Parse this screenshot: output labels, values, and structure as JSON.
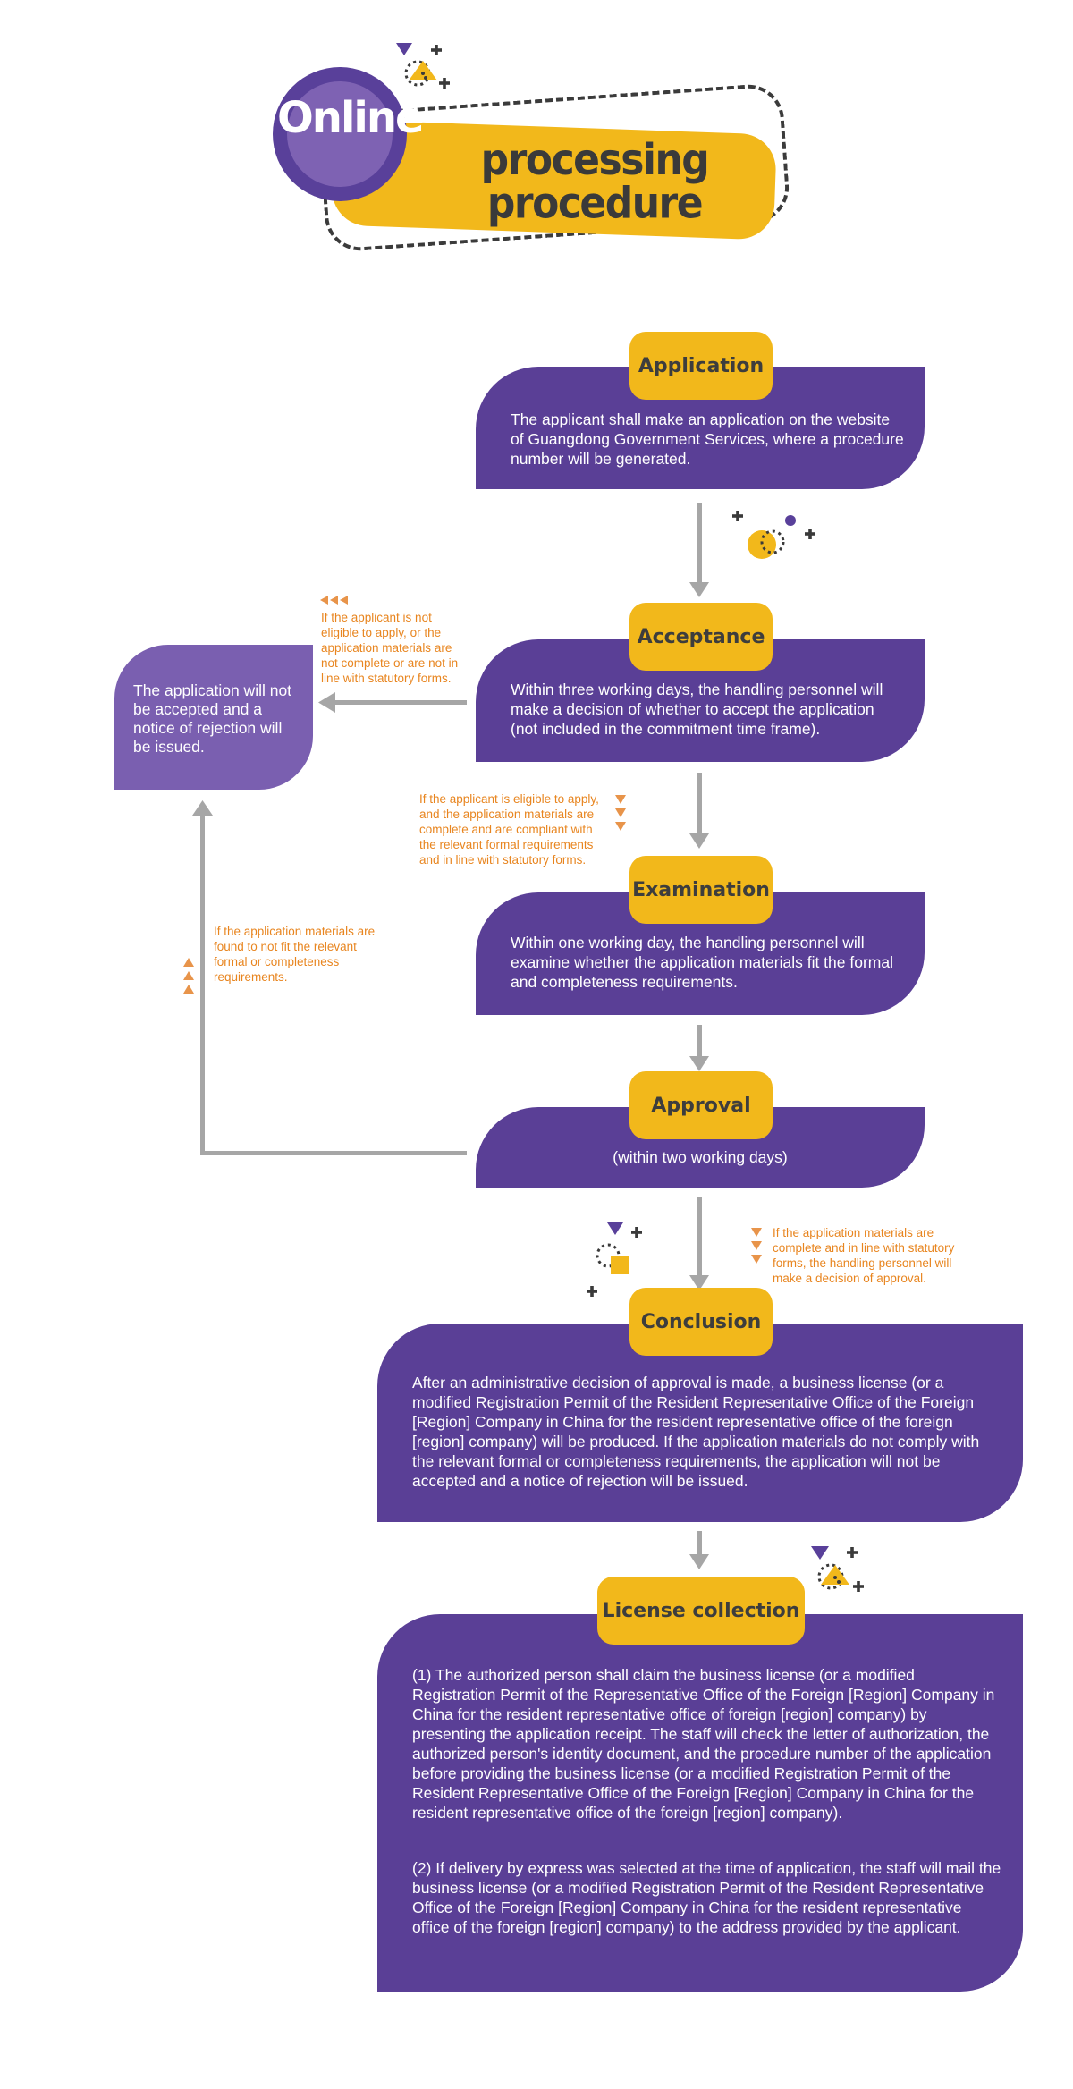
{
  "title": {
    "online": "Online",
    "main": "processing procedure"
  },
  "steps": [
    {
      "label": "Application",
      "text": "The applicant shall make an application on the website of Guangdong Government Services, where a procedure number will be generated."
    },
    {
      "label": "Acceptance",
      "text": "Within three working days, the handling personnel will make a decision of whether to accept the application (not included in the commitment time frame)."
    },
    {
      "label": "Examination",
      "text": "Within one working day, the handling personnel will examine whether the application materials fit the formal and completeness requirements."
    },
    {
      "label": "Approval",
      "text": "(within two working days)"
    },
    {
      "label": "Conclusion",
      "text": "After an administrative decision of approval is made, a business license (or a modified Registration Permit of the Resident Representative Office of the Foreign [Region] Company in China for the resident representative office of the foreign [region] company) will be produced. If the application materials do not comply with the relevant formal or completeness requirements, the application will not be accepted and a notice of rejection will be issued."
    },
    {
      "label": "License collection",
      "text1": "(1) The authorized person shall claim the business license (or a modified Registration Permit of the Representative Office of the Foreign [Region] Company in China for the resident representative office of foreign [region] company) by presenting the application receipt. The staff will check the letter of authorization, the authorized person's identity document, and the procedure number of the application before providing the business license (or a modified Registration Permit of the Resident Representative Office of the Foreign [Region] Company in China for the resident representative office of the foreign [region] company).",
      "text2": "(2) If delivery by express was selected at the time of application, the staff will mail the business license (or a modified Registration Permit of the Resident Representative Office of the Foreign [Region] Company in China for the resident representative office of the foreign [region] company) to the address provided by the applicant."
    }
  ],
  "rejection": "The application will not be accepted and a notice of rejection will be issued.",
  "notes": {
    "not_eligible": "If the applicant is not eligible to apply, or the application materials are not complete or are not in line with statutory forms.",
    "eligible": "If the applicant is eligible to apply, and the application materials are complete and are compliant with the relevant formal requirements and in line with statutory forms.",
    "not_fit": "If the application materials are found to not fit the relevant formal or completeness requirements.",
    "approval": "If the application materials are complete and in line with statutory forms, the handling personnel will make a decision of approval."
  },
  "colors": {
    "purple": "#5a3f96",
    "light_purple": "#7a5fb0",
    "yellow": "#f2b81b",
    "orange_text": "#e8851f",
    "arrow_gray": "#a6a6a6"
  }
}
